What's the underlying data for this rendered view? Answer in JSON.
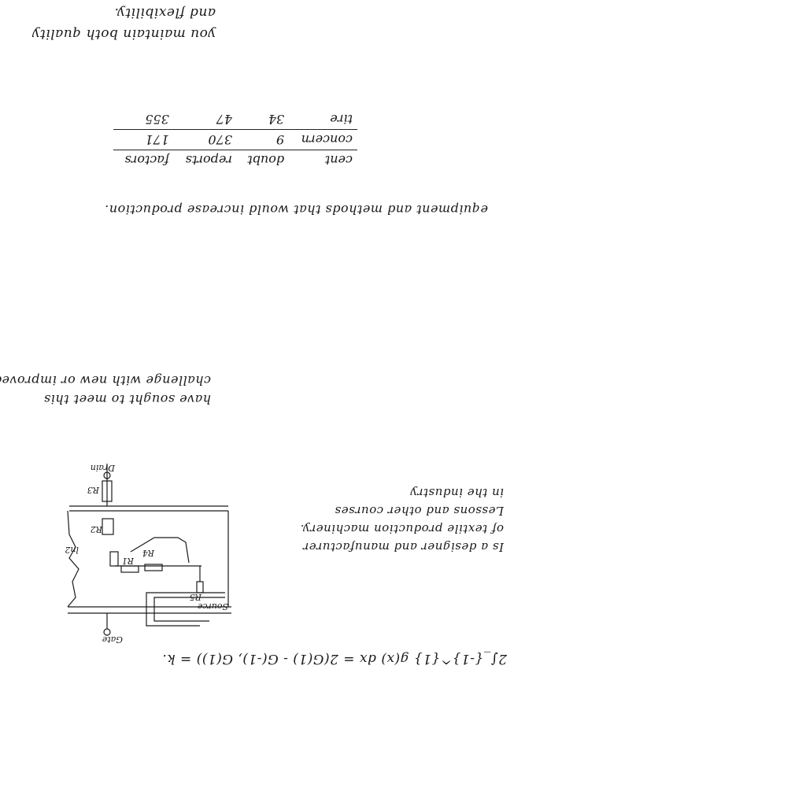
{
  "top_note": {
    "line1": "you maintain both quality",
    "line2": "and flexibility."
  },
  "table": {
    "headers": [
      "cent",
      "doubt",
      "reports",
      "factors"
    ],
    "rows": [
      [
        "concern",
        "9",
        "370",
        "171"
      ],
      [
        "tire",
        "34",
        "47",
        "355"
      ]
    ]
  },
  "sentence": "equipment and methods that would increase production.",
  "middle_paragraph": {
    "line1": "have sought to meet this",
    "line2": "challenge with new or improved"
  },
  "right_paragraph": {
    "line1": "Is a designer and manufacturer",
    "line2": "of textile production machinery.",
    "line3": "Lessons and other courses",
    "line4": "in the industry"
  },
  "circuit": {
    "labels": {
      "drain": "Drain",
      "gate": "Gate",
      "source": "Source",
      "r_top": "R3",
      "r_mid": "R1",
      "r_left": "R2",
      "r_small": "R4",
      "r_source": "R5",
      "node": "ln2"
    }
  },
  "equation": "2∫_{-1}^{1} g(x) dx = 2(G(1) - G(-1), G(1)) = k."
}
